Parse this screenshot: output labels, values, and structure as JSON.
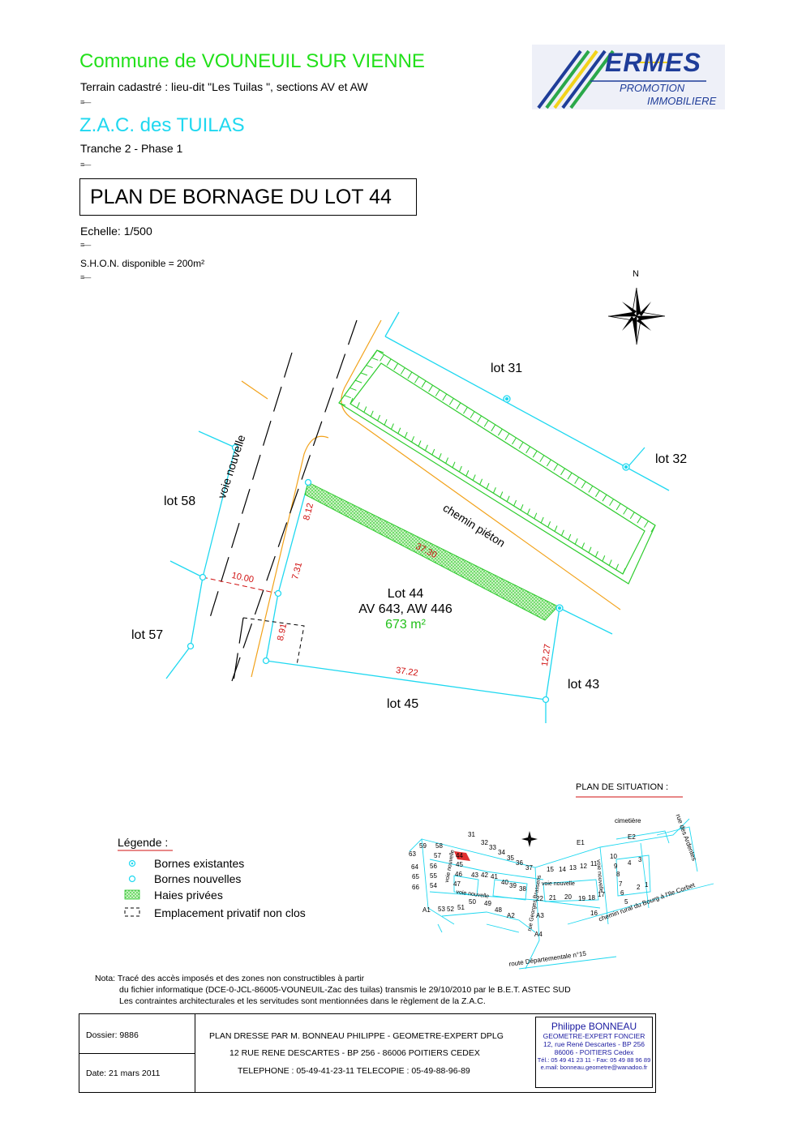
{
  "header": {
    "commune": "Commune de VOUNEUIL SUR VIENNE",
    "terrain": "Terrain cadastré : lieu-dit \"Les Tuilas \", sections AV et AW",
    "zac": "Z.A.C. des TUILAS",
    "tranche": "Tranche 2 - Phase 1",
    "plan_title": "PLAN DE BORNAGE DU LOT 44",
    "echelle": "Echelle: 1/500",
    "shon": "S.H.O.N. disponible = 200m²",
    "rule_glyph": "≡—"
  },
  "logo": {
    "name": "ERMES",
    "line1": "PROMOTION",
    "line2": "IMMOBILIERE",
    "colors": {
      "blue": "#1f3d99",
      "yellow": "#f2d21a",
      "green": "#2aa84a"
    }
  },
  "north_label": "N",
  "plan": {
    "lot_labels": {
      "lot31": "lot 31",
      "lot32": "lot 32",
      "lot58": "lot 58",
      "lot57": "lot 57",
      "lot45": "lot 45",
      "lot43": "lot 43"
    },
    "voie": "voie nouvelle",
    "chemin": "chemin piéton",
    "lot44": {
      "name": "Lot 44",
      "parcels": "AV 643, AW 446",
      "area": "673 m²"
    },
    "dimensions": {
      "d1": "8.12",
      "d2": "37.30",
      "d3": "7.31",
      "d4": "10.00",
      "d5": "8.91",
      "d6": "12.27",
      "d7": "37.22"
    },
    "colors": {
      "boundary": "#1fd8f0",
      "road": "#f2a21a",
      "hedge": "#2ecc2e",
      "dimension": "#d01010",
      "area": "#22c01a"
    }
  },
  "situation": {
    "title": "PLAN DE SITUATION :",
    "labels": {
      "cimetiere": "cimetière",
      "rue_ardentes": "rue des Ardentes",
      "chemin_rural": "chemin rural du Bourg à l'Ile Corbet",
      "route": "route Départementale n°15",
      "voie1": "voie nouvelle",
      "voie2": "voie nouvelle",
      "voie3": "voie nouvelle",
      "voie4": "voie nouvelle",
      "rue_georges": "rue Georges Brassens"
    },
    "lot_numbers": [
      "31",
      "32",
      "33",
      "34",
      "35",
      "36",
      "37",
      "59",
      "58",
      "57",
      "56",
      "55",
      "54",
      "63",
      "64",
      "65",
      "66",
      "44",
      "45",
      "46",
      "47",
      "43",
      "42",
      "41",
      "40",
      "39",
      "38",
      "15",
      "14",
      "13",
      "12",
      "11",
      "10",
      "9",
      "8",
      "7",
      "6",
      "5",
      "4",
      "3",
      "2",
      "1",
      "16",
      "17",
      "18",
      "19",
      "20",
      "21",
      "22",
      "48",
      "49",
      "50",
      "51",
      "52",
      "53",
      "E1",
      "E2",
      "A1",
      "A2",
      "A3",
      "A4"
    ]
  },
  "legend": {
    "title": "Légende :",
    "items": [
      "Bornes existantes",
      "Bornes nouvelles",
      "Haies privées",
      "Emplacement privatif non clos"
    ]
  },
  "nota": {
    "line1": "Nota: Tracé des accès imposés et des zones non constructibles à partir",
    "line2": "du fichier informatique (DCE-0-JCL-86005-VOUNEUIL-Zac des tuilas) transmis  le 29/10/2010 par le B.E.T. ASTEC SUD",
    "line3": "Les contraintes architecturales et les servitudes sont mentionnées dans le règlement de la Z.A.C."
  },
  "footer": {
    "dossier": "Dossier: 9886",
    "date": "Date: 21 mars 2011",
    "plan_line": "PLAN DRESSE PAR M. BONNEAU PHILIPPE - GEOMETRE-EXPERT DPLG",
    "address": "12 RUE RENE DESCARTES - BP 256 - 86006 POITIERS CEDEX",
    "phone": "TELEPHONE : 05-49-41-23-11  TELECOPIE : 05-49-88-96-89",
    "pb_name": "Philippe BONNEAU",
    "pb_title": "GEOMETRE-EXPERT FONCIER",
    "pb_addr1": "12, rue René Descartes - BP 256",
    "pb_addr2": "86006 -  POITIERS Cedex",
    "pb_tel": "Tél.: 05 49 41 23 11 - Fax: 05 49 88 96 89",
    "pb_email": "e.mail: bonneau.geometre@wanadoo.fr"
  }
}
